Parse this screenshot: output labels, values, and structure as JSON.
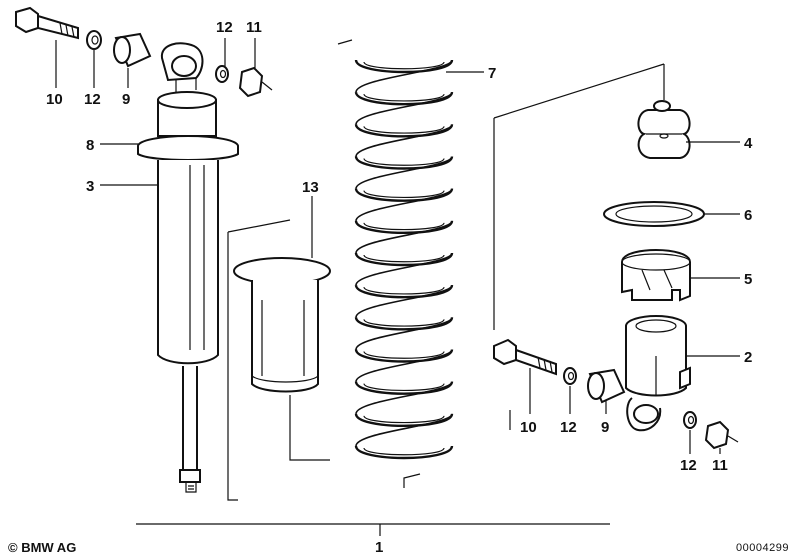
{
  "callouts": {
    "p1": "1",
    "p2": "2",
    "p3": "3",
    "p4": "4",
    "p5": "5",
    "p6": "6",
    "p7": "7",
    "p8": "8",
    "p9_top": "9",
    "p9_bottom": "9",
    "p10_top": "10",
    "p10_bottom": "10",
    "p11_top": "11",
    "p11_bottom": "11",
    "p12_top_a": "12",
    "p12_top_b": "12",
    "p12_bottom_a": "12",
    "p12_bottom_b": "12",
    "p13": "13"
  },
  "footer": {
    "copyright": "© BMW AG",
    "image_number": "00004299"
  },
  "colors": {
    "ink": "#111111",
    "background": "#ffffff"
  }
}
